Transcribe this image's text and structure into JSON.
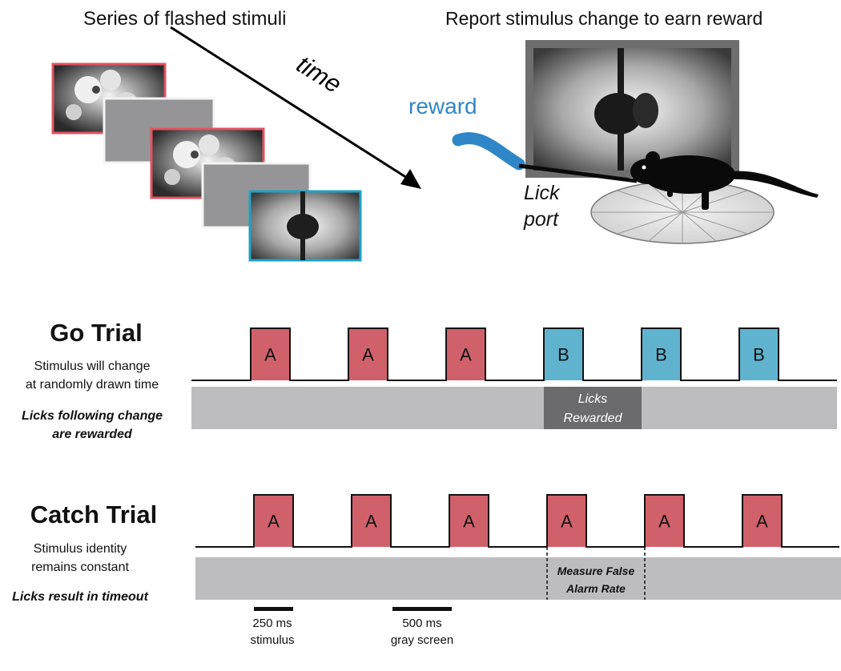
{
  "top": {
    "left_heading": "Series of flashed stimuli",
    "time_label": "time",
    "right_heading": "Report stimulus change to earn reward",
    "reward_label": "reward",
    "lick_port_label_1": "Lick",
    "lick_port_label_2": "port"
  },
  "go_trial": {
    "title": "Go Trial",
    "desc_1": "Stimulus will change",
    "desc_2": "at randomly drawn time",
    "note_1": "Licks following change",
    "note_2": "are rewarded",
    "pulses": [
      "A",
      "A",
      "A",
      "B",
      "B",
      "B"
    ],
    "window_label_1": "Licks",
    "window_label_2": "Rewarded"
  },
  "catch_trial": {
    "title": "Catch Trial",
    "desc_1": "Stimulus identity",
    "desc_2": "remains constant",
    "note_1": "Licks result in timeout",
    "pulses": [
      "A",
      "A",
      "A",
      "A",
      "A",
      "A"
    ],
    "window_label_1": "Measure False",
    "window_label_2": "Alarm Rate"
  },
  "scale": {
    "stim_1": "250 ms",
    "stim_2": "stimulus",
    "gray_1": "500 ms",
    "gray_2": "gray screen"
  },
  "colors": {
    "stim_a": "#d0616a",
    "stim_b": "#5fb3ce",
    "bar_gray": "#bdbdbf",
    "window_dark": "#6b6b6d",
    "reward_blue": "#2f86c7",
    "frame_red": "#e2535f",
    "frame_blue": "#1ea3c6"
  }
}
